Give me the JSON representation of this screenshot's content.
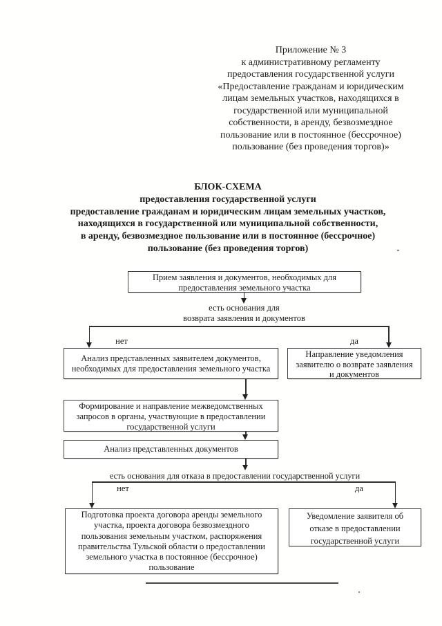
{
  "doc": {
    "appendix": {
      "lines": [
        "Приложение № 3",
        "к административному регламенту",
        "предоставления государственной услуги",
        "«Предоставление гражданам и юридическим",
        "лицам земельных участков, находящихся в",
        "государственной или муниципальной",
        "собственности, в аренду, безвозмездное",
        "пользование или в постоянное (бессрочное)",
        "пользование (без проведения торгов)»"
      ]
    },
    "title": {
      "lines": [
        "БЛОК-СХЕМА",
        "предоставления государственной услуги",
        "предоставление гражданам и юридическим лицам земельных участков,",
        "находящихся в государственной или муниципальной собственности,",
        "в аренду, безвозмездное пользование или в постоянное (бессрочное)",
        "пользование (без проведения торгов)"
      ]
    },
    "flow": {
      "no": "нет",
      "yes": "да",
      "intake": {
        "lines": [
          "Прием заявления и документов, необходимых для",
          "предоставления земельного участка"
        ]
      },
      "decision_return": {
        "lines": [
          "есть основания для",
          "возврата заявления и документов"
        ]
      },
      "analysis_applicant": {
        "lines": [
          "Анализ представленных заявителем документов,",
          "необходимых для предоставления земельного участка"
        ]
      },
      "return_notice": {
        "lines": [
          "Направление уведомления",
          "заявителю о возврате заявления",
          "и документов"
        ]
      },
      "interagency": {
        "lines": [
          "Формирование и направление межведомственных",
          "запросов в органы, участвующие в предоставлении",
          "государственной услуги"
        ]
      },
      "doc_analysis": {
        "lines": [
          "Анализ представленных документов"
        ]
      },
      "decision_refuse": {
        "lines": [
          "есть основания для отказа в предоставлении государственной услуги"
        ]
      },
      "contract": {
        "lines": [
          "Подготовка проекта договора аренды земельного",
          "участка, проекта договора безвозмездного",
          "пользования земельным участком, распоряжения",
          "правительства Тульской области о предоставлении",
          "земельного участка в постоянное (бессрочное)",
          "пользование"
        ]
      },
      "refuse_notice": {
        "lines": [
          "Уведомление заявителя об",
          "отказе в предоставлении",
          "государственной услуги"
        ]
      }
    }
  }
}
